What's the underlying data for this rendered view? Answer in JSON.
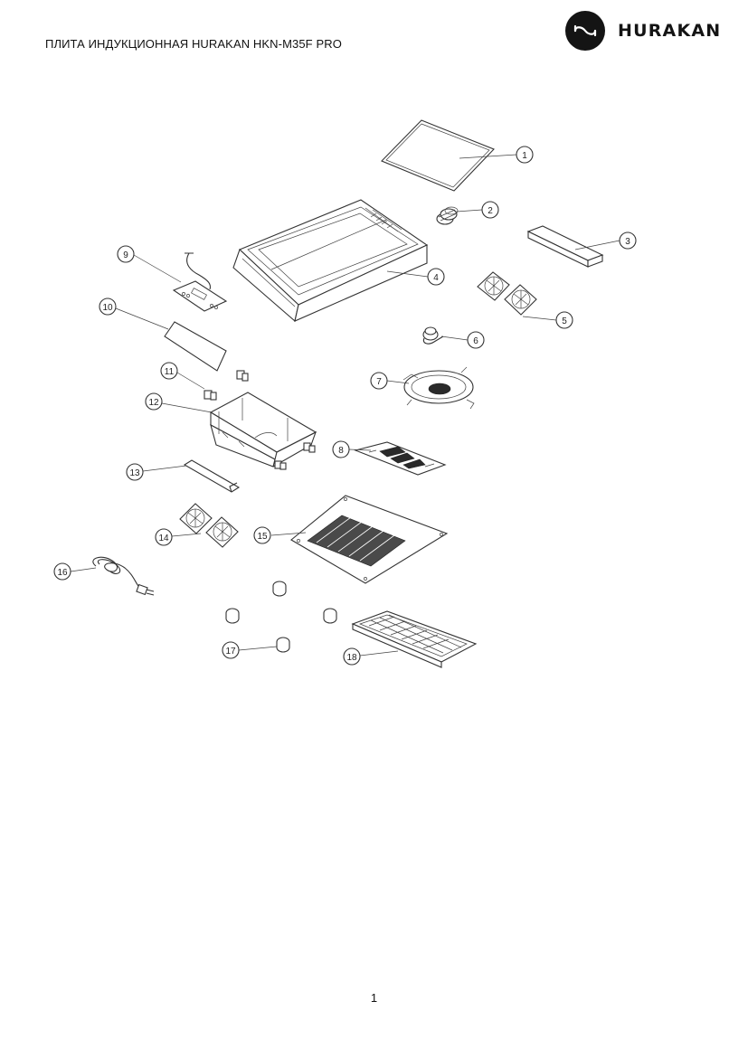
{
  "header": {
    "title": "ПЛИТА ИНДУКЦИОННАЯ HURAKAN HKN-M35F PRO",
    "brand": "HURAKAN",
    "logo_icon": "infinity-wave-icon"
  },
  "diagram": {
    "callouts": [
      "1",
      "2",
      "3",
      "4",
      "5",
      "6",
      "7",
      "8",
      "9",
      "10",
      "11",
      "12",
      "13",
      "14",
      "15",
      "16",
      "17",
      "18"
    ]
  },
  "footer": {
    "page_number": "1"
  }
}
